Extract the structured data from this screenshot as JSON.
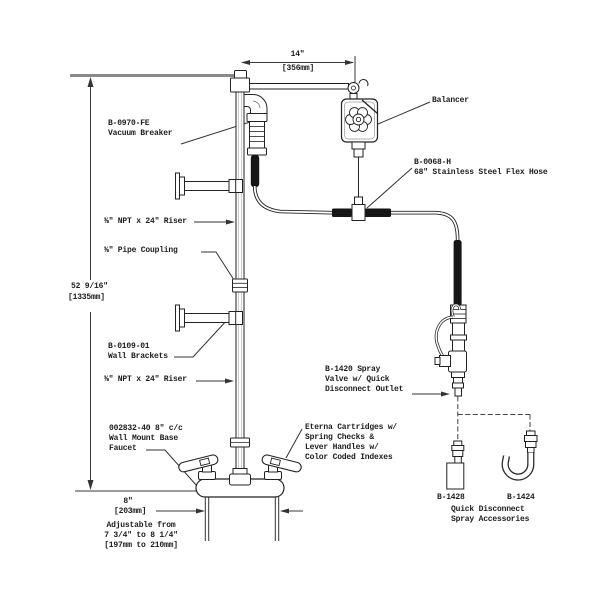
{
  "diagram": {
    "title_hint": "Pre-rinse unit assembly drawing",
    "labels": {
      "dim_14": "14\"",
      "dim_14_mm": "[356mm]",
      "balancer": "Balancer",
      "vacuum_breaker_1": "B-0970-FE",
      "vacuum_breaker_2": "Vacuum Breaker",
      "flex_hose_1": "B-0068-H",
      "flex_hose_2": "68\" Stainless Steel Flex Hose",
      "riser_top": "⅜\" NPT x 24\" Riser",
      "pipe_coupling": "⅜\" Pipe Coupling",
      "dim_52": "52 9/16\"",
      "dim_52_mm": "[1335mm]",
      "wall_brackets_1": "B-0109-01",
      "wall_brackets_2": "Wall Brackets",
      "riser_bottom": "⅜\" NPT x 24\" Riser",
      "faucet_1": "002832-40 8\" c/c",
      "faucet_2": "Wall Mount Base",
      "faucet_3": "Faucet",
      "eterna_1": "Eterna Cartridges w/",
      "eterna_2": "Spring Checks &",
      "eterna_3": "Lever Handles w/",
      "eterna_4": "Color Coded Indexes",
      "spray_valve_1": "B-1420 Spray",
      "spray_valve_2": "Valve w/ Quick",
      "spray_valve_3": "Disconnect Outlet",
      "dim_8": "8\"",
      "dim_8_mm": "[203mm]",
      "adjustable_1": "Adjustable from",
      "adjustable_2": "7 3/4\" to 8 1/4\"",
      "adjustable_3": "[197mm to 210mm]",
      "accessory_left": "B-1428",
      "accessory_right": "B-1424",
      "accessories_1": "Quick Disconnect",
      "accessories_2": "Spray Accessories"
    },
    "colors": {
      "line": "#2a2a2a",
      "hose_black": "#151515",
      "reference_gray": "#8a8a8a",
      "background": "#ffffff"
    }
  }
}
